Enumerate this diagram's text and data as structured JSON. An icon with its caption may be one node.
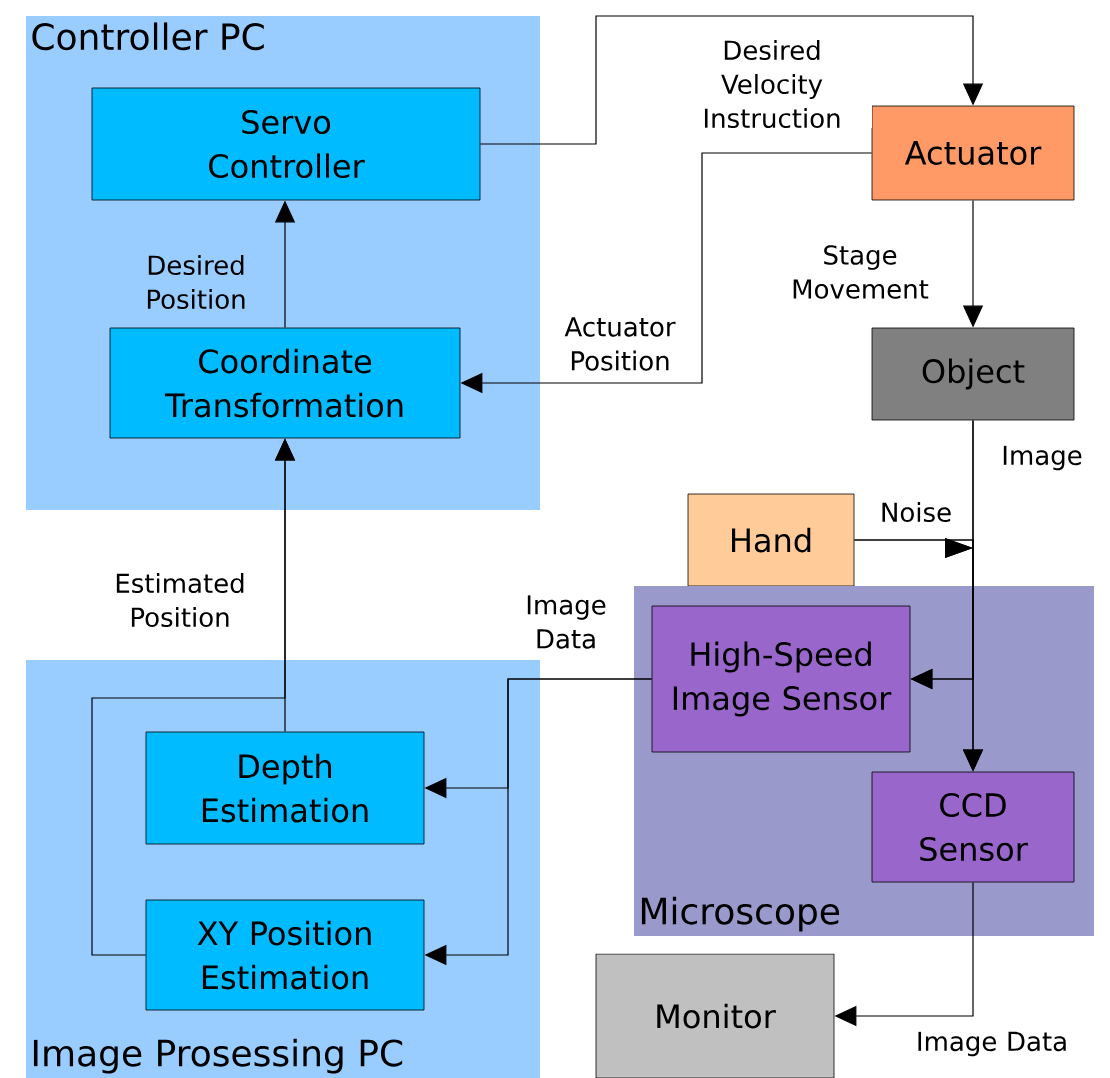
{
  "diagram": {
    "nodes": [
      {
        "text": [
          "Controller PC"
        ]
      },
      {
        "text": [
          "Servo Controller"
        ],
        "in": 0
      },
      {
        "text": [
          "Coordinate Transformation"
        ],
        "in": 0
      },
      {
        "text": [
          "Actuator"
        ]
      },
      {
        "text": [
          "Object"
        ]
      },
      {
        "text": [
          "Hand"
        ]
      },
      {
        "text": [
          "Image Prosessing PC"
        ]
      },
      {
        "text": [
          "Depth Estimation"
        ],
        "in": 6
      },
      {
        "text": [
          "XY Position Estimation"
        ],
        "in": 6
      },
      {
        "text": [
          "Microscope"
        ]
      },
      {
        "text": [
          "High-Speed Image Sensor"
        ],
        "in": 9
      },
      {
        "text": [
          "CCD Sensor"
        ],
        "in": 9
      },
      {
        "text": [
          "Monitor"
        ]
      }
    ],
    "edges": [
      {
        "from": 1,
        "to": 3,
        "arrow": "to",
        "label": "Desired Velocity Instruction"
      },
      {
        "from": 3,
        "to": 2,
        "arrow": "to",
        "label": "Actuator Position"
      },
      {
        "from": 2,
        "to": 1,
        "arrow": "to",
        "label": "Desired Position"
      },
      {
        "from": 3,
        "to": 4,
        "arrow": "to",
        "label": "Stage Movement"
      },
      {
        "from": 4,
        "to": 11,
        "arrow": "to",
        "label": "Image"
      },
      {
        "from": 4,
        "to": 10,
        "arrow": "to"
      },
      {
        "from": 5,
        "to": 11,
        "arrow": "to",
        "label": "Noise"
      },
      {
        "from": 5,
        "to": 10,
        "arrow": "to"
      },
      {
        "from": 10,
        "to": 7,
        "arrow": "to",
        "label": "Image Data"
      },
      {
        "from": 10,
        "to": 8,
        "arrow": "to"
      },
      {
        "from": 7,
        "to": 2,
        "arrow": "to",
        "label": "Estimated Position"
      },
      {
        "from": 8,
        "to": 2,
        "arrow": "to"
      },
      {
        "from": 11,
        "to": 12,
        "arrow": "to",
        "label": "Image Data"
      }
    ]
  }
}
